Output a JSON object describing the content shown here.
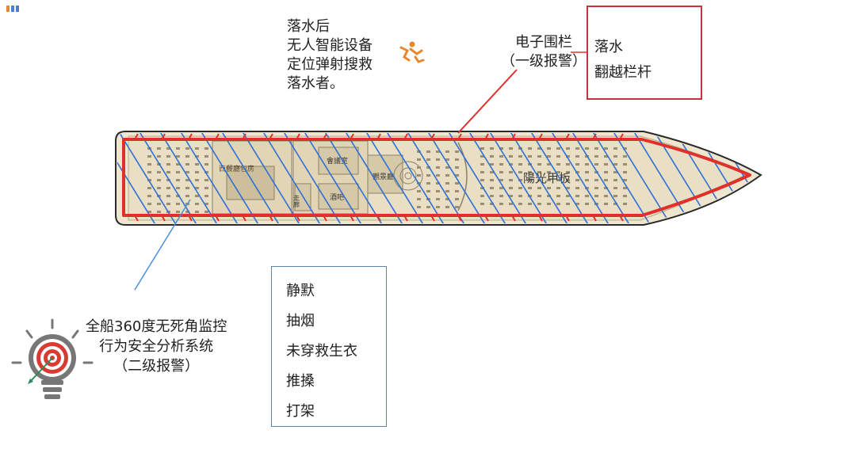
{
  "rescue_note": {
    "lines": [
      "落水后",
      "无人智能设备",
      "定位弹射搜救",
      "落水者。"
    ]
  },
  "fence": {
    "label_line1": "电子围栏",
    "label_line2": "（一级报警）"
  },
  "fence_events": [
    "落水",
    "翻越栏杆"
  ],
  "deck_labels": {
    "sun_deck": "陽光甲板",
    "western_restaurant": "西餐廳包房",
    "meeting_room": "會議室",
    "bar": "酒吧",
    "observation": "觀景廳",
    "corridor": "走廊"
  },
  "behaviors": [
    "静默",
    "抽烟",
    "未穿救生衣",
    "推搡",
    "打架"
  ],
  "monitor": {
    "line1": "全船360度无死角监控",
    "line2": "行为安全分析系统",
    "line3": "（二级报警）"
  },
  "colors": {
    "fence_red": "#e0302c",
    "hatch_blue": "#2f6fd6",
    "deck": "#efe6cf",
    "drone_orange": "#e8882a"
  }
}
